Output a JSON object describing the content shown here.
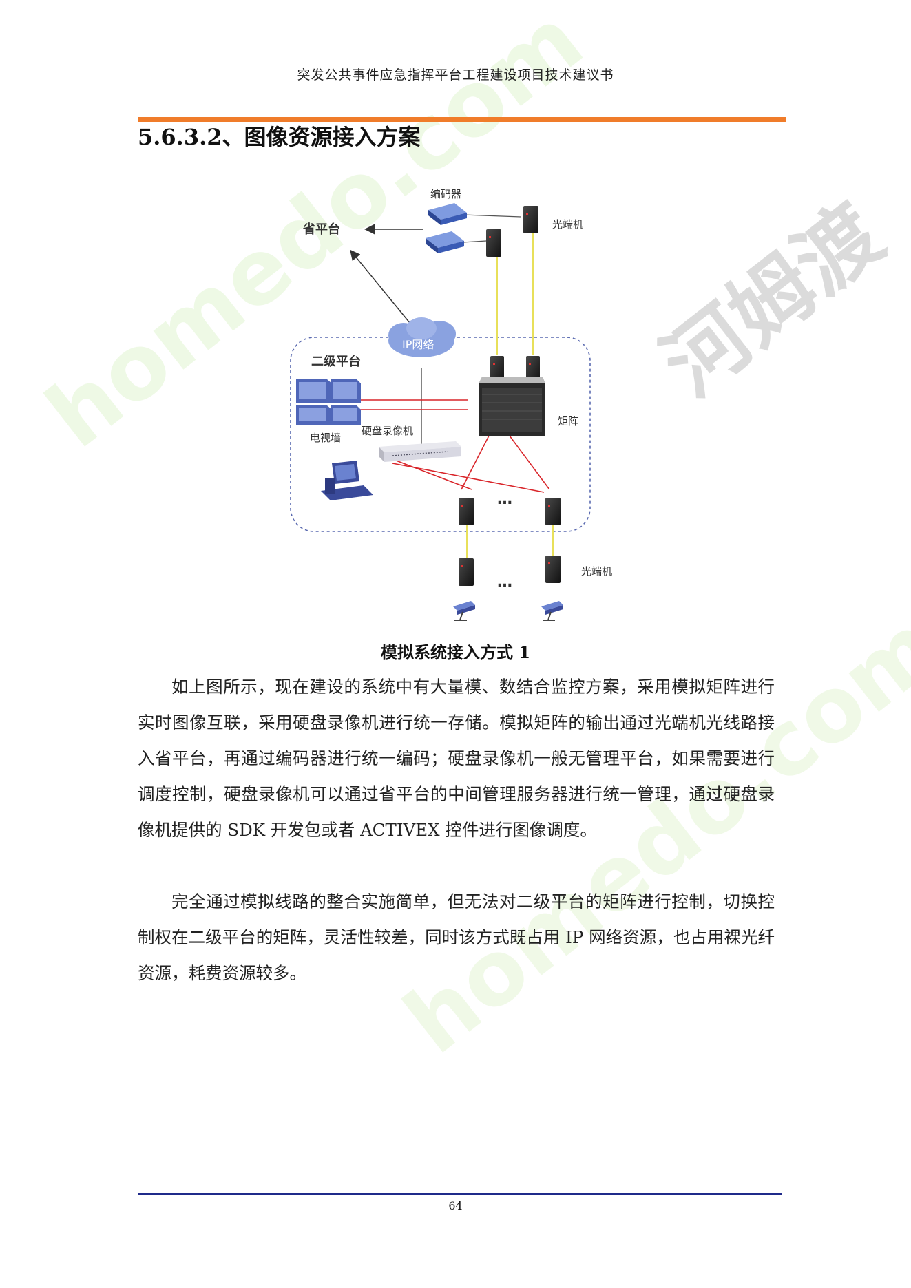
{
  "header": {
    "title": "突发公共事件应急指挥平台工程建设项目技术建议书"
  },
  "section": {
    "heading": "5.6.3.2、图像资源接入方案"
  },
  "diagram": {
    "labels": {
      "encoder": "编码器",
      "optical_top": "光端机",
      "province": "省平台",
      "ip_network": "IP网络",
      "second_platform": "二级平台",
      "tv_wall": "电视墙",
      "dvr": "硬盘录像机",
      "matrix": "矩阵",
      "ellipsis_mid": "…",
      "ellipsis_bottom": "…",
      "optical_bottom": "光端机"
    },
    "colors": {
      "red_link": "#d9252a",
      "yellow_fiber": "#e8e05a",
      "dash_border": "#5a6ab0"
    }
  },
  "figure": {
    "caption": "模拟系统接入方式 1"
  },
  "body": {
    "paragraph1": "如上图所示，现在建设的系统中有大量模、数结合监控方案，采用模拟矩阵进行实时图像互联，采用硬盘录像机进行统一存储。模拟矩阵的输出通过光端机光线路接入省平台，再通过编码器进行统一编码；硬盘录像机一般无管理平台，如果需要进行调度控制，硬盘录像机可以通过省平台的中间管理服务器进行统一管理，通过硬盘录像机提供的 SDK 开发包或者 ACTIVEX 控件进行图像调度。",
    "paragraph2": "完全通过模拟线路的整合实施简单，但无法对二级平台的矩阵进行控制，切换控制权在二级平台的矩阵，灵活性较差，同时该方式既占用 IP 网络资源，也占用裸光纤资源，耗费资源较多。"
  },
  "watermarks": {
    "green_1": "homedo.com",
    "green_2": "homedo.com",
    "grey": "河姆渡"
  },
  "footer": {
    "page_number": "64"
  }
}
